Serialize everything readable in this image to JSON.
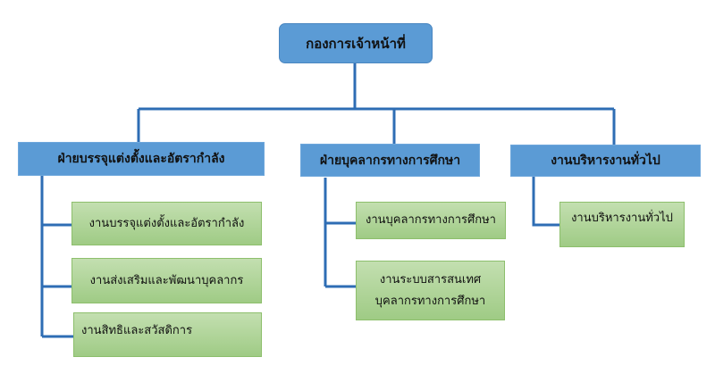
{
  "root": {
    "label": "กองการเจ้าหน้าที่"
  },
  "departments": [
    {
      "label": "ฝ่ายบรรจุแต่งตั้งและอัตรากำลัง",
      "units": [
        "งานบรรจุแต่งตั้งและอัตรากำลัง",
        "งานส่งเสริมและพัฒนาบุคลากร",
        "งานสิทธิและสวัสดิการ"
      ]
    },
    {
      "label": "ฝ่ายบุคลากรทางการศึกษา",
      "units": [
        "งานบุคลากรทางการศึกษา",
        "งานระบบสารสนเทศ\nบุคลากรทางการศึกษา"
      ]
    },
    {
      "label": "งานบริหารงานทั่วไป",
      "units": [
        "งานบริหารงานทั่วไป"
      ]
    }
  ],
  "colors": {
    "box_blue": "#5b9bd5",
    "line": "#2e6db4",
    "green": "#a9d18e"
  }
}
